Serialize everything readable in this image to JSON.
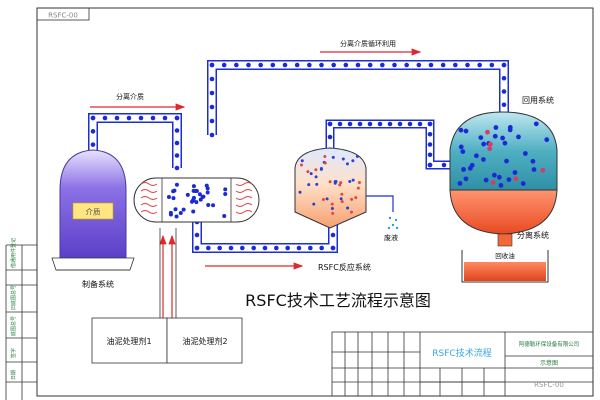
{
  "drawing_code": "RSFC-00",
  "title": "RSFC技术工艺流程示意图",
  "labels": {
    "separation_medium": "分离介质",
    "recycle_medium": "分离介质循环利用",
    "recovery_system": "回用系统",
    "preparation_system": "制备系统",
    "reaction_system": "RSFC反应系统",
    "separation_system": "分离系统",
    "medium_tank": "介质",
    "waste_water": "废液",
    "recovered_oil": "回收油",
    "agent1": "油泥处理剂1",
    "agent2": "油泥处理剂2"
  },
  "title_block": {
    "drawing_name": "RSFC技术流程",
    "company": "阿德勒环保设备有限公司",
    "doc_type": "示意图",
    "code": "RSFC-00"
  },
  "margin_labels": [
    "借通用件登记",
    "旧底图总号",
    "底图总号",
    "签字",
    "日期"
  ],
  "colors": {
    "pipe_blue": "#1c2fd4",
    "dots": "#1a2ad6",
    "cyan": "#2a9fd8",
    "red_arrow": "#e0282c",
    "purple": "#7b62d8",
    "teal": "#3c9fa8",
    "orange": "#f26b3a"
  }
}
